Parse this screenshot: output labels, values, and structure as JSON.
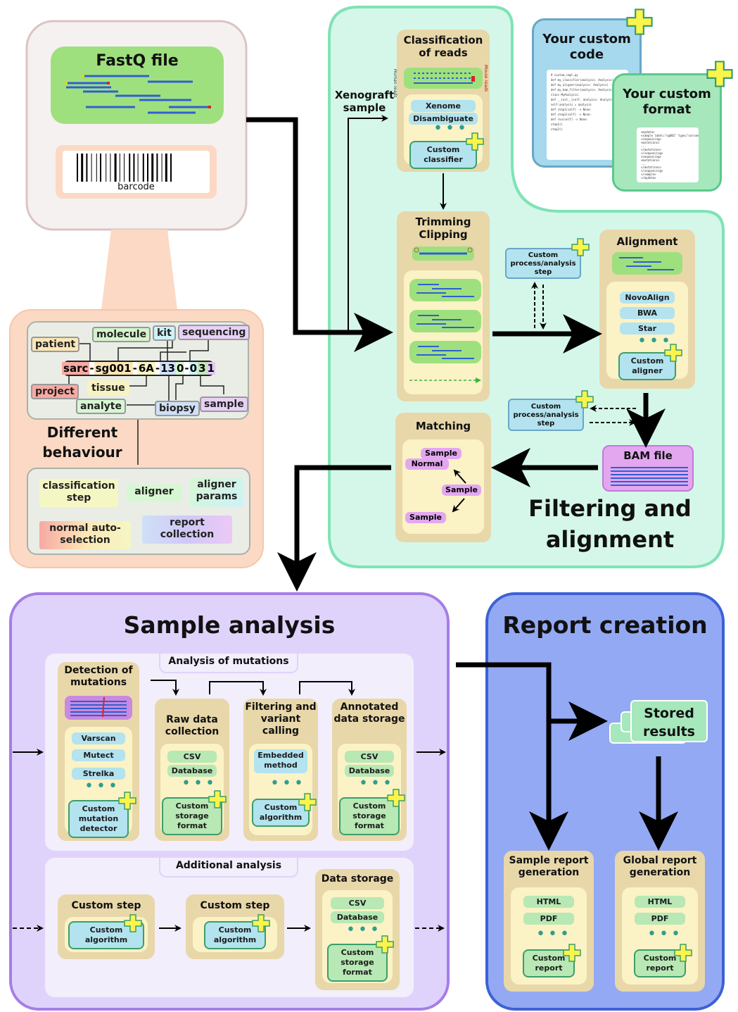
{
  "fastq": {
    "title": "FastQ file",
    "barcode_label": "barcode"
  },
  "id_panel": {
    "sample_id_parts": [
      "sarc",
      "-",
      "sg001",
      "-",
      "6A",
      "-",
      "13",
      "0",
      "-",
      "0",
      "3",
      "1"
    ],
    "fields": {
      "patient": "patient",
      "molecule": "molecule",
      "kit": "kit",
      "sequencing": "sequencing",
      "project": "project",
      "tissue": "tissue",
      "analyte": "analyte",
      "biopsy": "biopsy",
      "sample": "sample"
    },
    "title": "Different behaviour",
    "behaviours": {
      "classification": "classification step",
      "aligner": "aligner",
      "aligner_params": "aligner params",
      "normal": "normal auto-selection",
      "report": "report collection"
    }
  },
  "filtering": {
    "title": "Filtering and alignment",
    "xenograft_label": "Xenograft sample",
    "classification": {
      "title": "Classification of reads",
      "side_left": "Human reads",
      "side_right": "Mouse reads",
      "methods": [
        "Xenome",
        "Disambiguate"
      ],
      "custom": "Custom classifier"
    },
    "custom_code": {
      "title": "Your custom code",
      "lines": [
        "# custom_impl.py",
        "def my_classifier(analysis: Analysis) -> None",
        "def my_aligner(analysis: Analysis) -> None",
        "def my_bam_filter(analysis: Analysis) -> None",
        "class MyAnalysis:",
        "def __init__(self, analysis: Analysis)",
        "self.analysis = analysis",
        "def step1(self) -> None:",
        "def step2(self) -> None:",
        "def run(self) -> None:",
        "step1()",
        "step2()"
      ]
    },
    "custom_format": {
      "title": "Your custom format",
      "lines": [
        "<mydata>",
        "<sample label=\"sg001\" type=\"sarcoma\">",
        "<sequencing>",
        "<mutations>",
        "...",
        "</mutations>",
        "</sequencing>",
        "<sequencing>",
        "<mutations>",
        "...",
        "</mutations>",
        "</sequencing>",
        "</sample>",
        "</mydata>"
      ]
    },
    "trimming": {
      "title": "Trimming Clipping"
    },
    "custom_process_1": "Custom process/analysis step",
    "custom_process_2": "Custom process/analysis step",
    "alignment": {
      "title": "Alignment",
      "methods": [
        "NovoAlign",
        "BWA",
        "Star"
      ],
      "custom": "Custom aligner"
    },
    "bam": {
      "title": "BAM file"
    },
    "matching": {
      "title": "Matching",
      "sample_top": "Sample",
      "normal": "Normal",
      "sample_mid": "Sample",
      "sample_bottom": "Sample"
    }
  },
  "sample_analysis": {
    "title": "Sample analysis",
    "mutations_header": "Analysis of mutations",
    "detection": {
      "title": "Detection of mutations",
      "methods": [
        "Varscan",
        "Mutect",
        "Strelka"
      ],
      "custom": "Custom mutation detector"
    },
    "raw": {
      "title": "Raw data collection",
      "methods": [
        "CSV",
        "Database"
      ],
      "custom": "Custom storage format"
    },
    "filtering_calling": {
      "title": "Filtering and variant calling",
      "methods": [
        "Embedded method"
      ],
      "custom": "Custom algorithm"
    },
    "annotated": {
      "title": "Annotated data storage",
      "methods": [
        "CSV",
        "Database"
      ],
      "custom": "Custom storage format"
    },
    "additional_header": "Additional analysis",
    "custom_step_1": {
      "title": "Custom step",
      "custom": "Custom algorithm"
    },
    "custom_step_2": {
      "title": "Custom step",
      "custom": "Custom algorithm"
    },
    "data_storage": {
      "title": "Data storage",
      "methods": [
        "CSV",
        "Database"
      ],
      "custom": "Custom storage format"
    }
  },
  "report": {
    "title": "Report creation",
    "stored": "Stored results",
    "sample_report": {
      "title": "Sample report generation",
      "methods": [
        "HTML",
        "PDF"
      ],
      "custom": "Custom report"
    },
    "global_report": {
      "title": "Global report generation",
      "methods": [
        "HTML",
        "PDF"
      ],
      "custom": "Custom report"
    }
  },
  "colors": {
    "green_panel": "#d5f7ea",
    "green_border": "#7fe3b5",
    "purple_panel": "#e0d3fb",
    "purple_border": "#a57ee6",
    "blue_panel": "#94a9f3",
    "blue_border": "#3c61d6",
    "tan": "#e8d7a9",
    "cream": "#fbf2c5",
    "method_pill": "#b3e3ef",
    "plus_yellow": "#fbf44b"
  }
}
